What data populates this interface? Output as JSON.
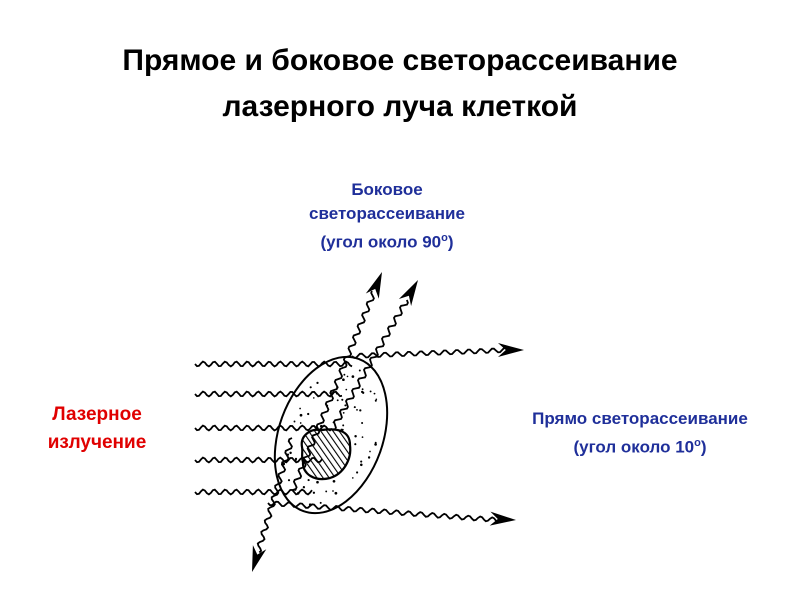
{
  "title": {
    "line1": "Прямое и боковое светорассеивание",
    "line2": "лазерного луча клеткой"
  },
  "labels": {
    "side_scatter": {
      "line1": "Боковое",
      "line2": "светорассеивание",
      "line3": "(угол около 90",
      "line3_deg": "о",
      "line3_end": ")"
    },
    "laser": {
      "line1": "Лазерное",
      "line2": "излучение"
    },
    "forward_scatter": {
      "line1": "Прямо светорассеивание",
      "line2": "(угол около 10",
      "line2_deg": "о",
      "line2_end": ")"
    }
  },
  "colors": {
    "title": "#000000",
    "blue_label": "#1f2f9a",
    "red_label": "#e00000",
    "drawing": "#000000"
  }
}
